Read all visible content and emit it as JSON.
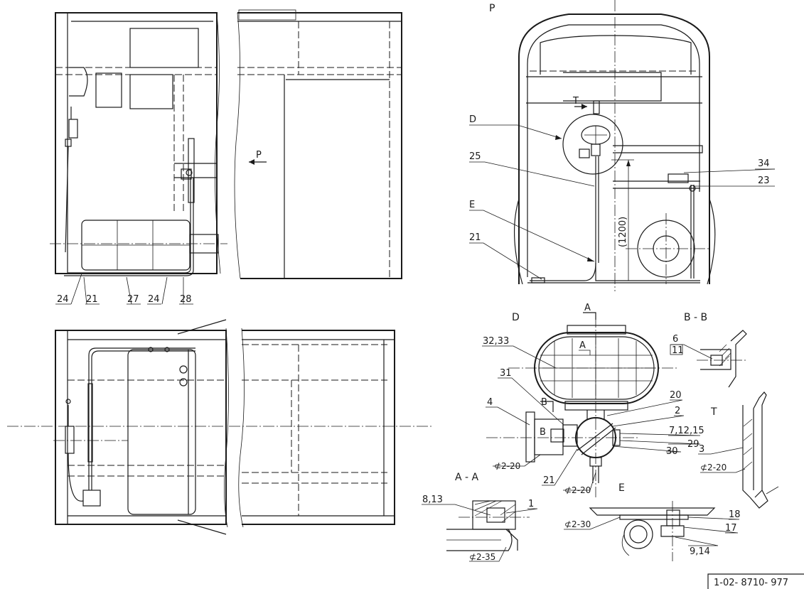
{
  "view_top_left": {
    "arrow_label": "P",
    "callouts": [
      "24",
      "21",
      "27",
      "24",
      "28"
    ]
  },
  "view_p": {
    "title": "P",
    "labels": {
      "t": "T",
      "d": "D",
      "n25": "25",
      "e": "E",
      "n21": "21",
      "n34": "34",
      "n23": "23",
      "dim": "(1200)"
    }
  },
  "detail_d": {
    "title": "D",
    "labels": {
      "a_top": "A",
      "a_inner": "A",
      "n3233": "32,33",
      "n31": "31",
      "n4": "4",
      "b_top": "B",
      "b_inner": "B",
      "n20": "20",
      "n2": "2",
      "n71215": "7,12,15",
      "n29": "29",
      "n30": "30",
      "n21": "21",
      "weld1": "⊄2-20",
      "weld2": "⊄2-20"
    }
  },
  "section_bb": {
    "title": "B - B",
    "labels": {
      "n6": "6",
      "n11": "11"
    }
  },
  "view_t": {
    "title": "T",
    "labels": {
      "n3": "3",
      "weld": "⊄2-20"
    }
  },
  "section_aa": {
    "title": "A - A",
    "labels": {
      "n813": "8,13",
      "n1": "1",
      "weld": "⊄2-35"
    }
  },
  "detail_e": {
    "title": "E",
    "labels": {
      "weld": "⊄2-30",
      "n18": "18",
      "n17": "17",
      "n914": "9,14"
    }
  },
  "drawing_number": "1-02- 8710- 977"
}
